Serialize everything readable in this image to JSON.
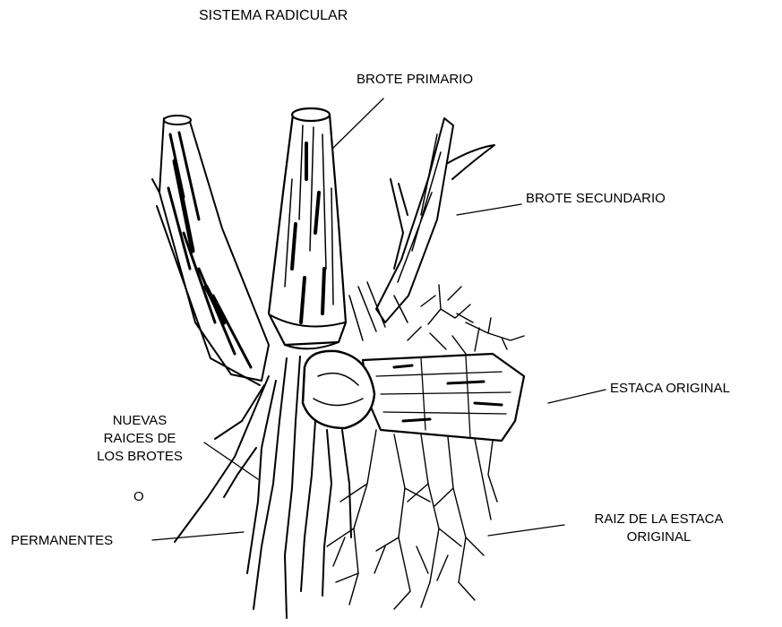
{
  "title": "SISTEMA RADICULAR",
  "labels": {
    "brote_primario": "BROTE PRIMARIO",
    "brote_secundario": "BROTE SECUNDARIO",
    "estaca_original": "ESTACA ORIGINAL",
    "nuevas_raices": [
      "NUEVAS",
      "RAICES DE",
      "LOS BROTES"
    ],
    "o": "O",
    "permanentes": "PERMANENTES",
    "raiz_estaca": [
      "RAIZ DE LA ESTACA",
      "ORIGINAL"
    ]
  },
  "colors": {
    "ink": "#000000",
    "paper": "#ffffff"
  }
}
